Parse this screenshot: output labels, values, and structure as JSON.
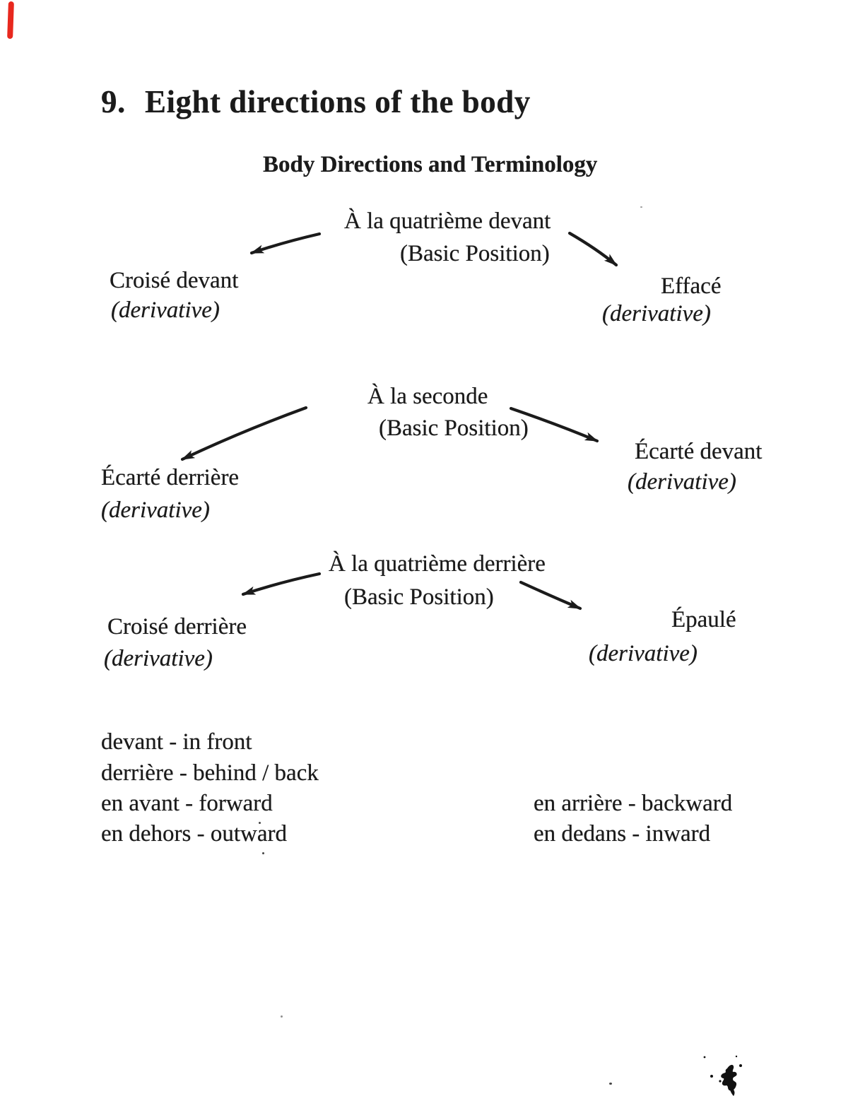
{
  "page": {
    "title_number": "9.",
    "title": "Eight directions of the body",
    "subtitle": "Body Directions and Terminology"
  },
  "groups": [
    {
      "basic": "À la quatrième devant",
      "basic_sub": "(Basic Position)",
      "left": {
        "name": "Croisé devant",
        "note": "(derivative)"
      },
      "right": {
        "name": "Effacé",
        "note": "(derivative)"
      }
    },
    {
      "basic": "À la seconde",
      "basic_sub": "(Basic Position)",
      "left": {
        "name": "Écarté derrière",
        "note": "(derivative)"
      },
      "right": {
        "name": "Écarté devant",
        "note": "(derivative)"
      }
    },
    {
      "basic": "À la quatrième derrière",
      "basic_sub": "(Basic Position)",
      "left": {
        "name": "Croisé derrière",
        "note": "(derivative)"
      },
      "right": {
        "name": "Épaulé",
        "note": "(derivative)"
      }
    }
  ],
  "glossary": {
    "left": [
      "devant - in front",
      "derrière - behind / back",
      "en avant - forward",
      "en dehors - outward"
    ],
    "right": [
      "en arrière - backward",
      "en dedans - inward"
    ]
  },
  "colors": {
    "ink": "#1b1b1b",
    "paper": "#ffffff",
    "edge_mark": "#e8281e"
  }
}
